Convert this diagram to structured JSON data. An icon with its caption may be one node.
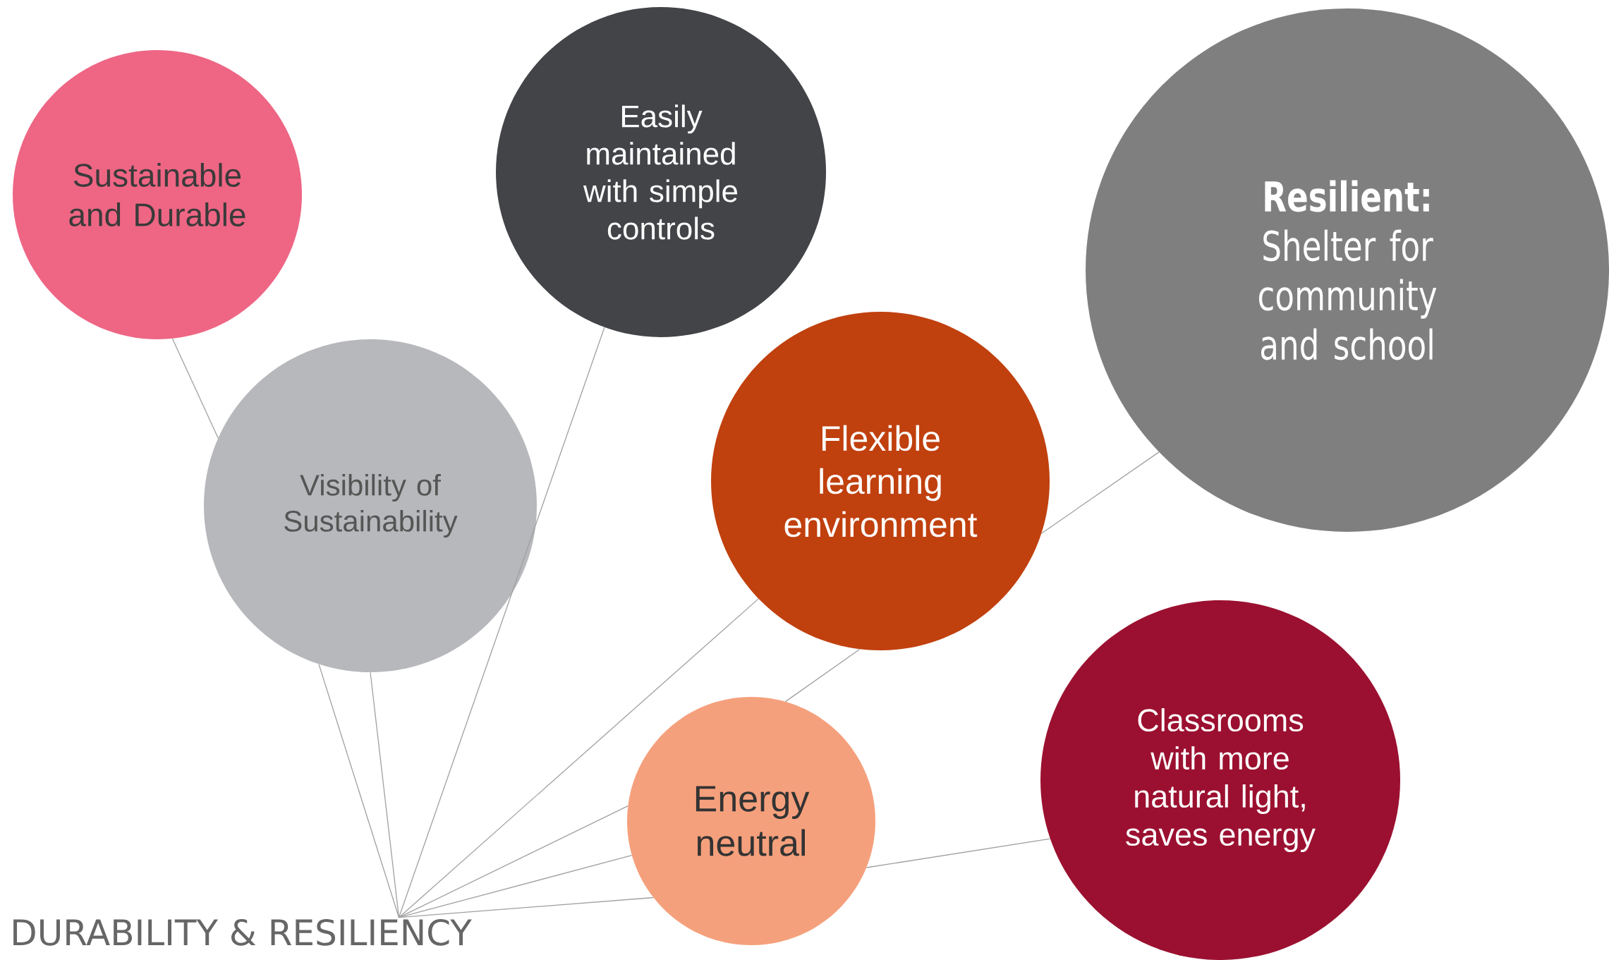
{
  "diagram": {
    "nodes": [
      {
        "text": [
          "Sustainable and Durable"
        ]
      },
      {
        "text": [
          "Easily maintained with simple controls"
        ]
      },
      {
        "text": [
          "Resilient:",
          "Shelter for community and school"
        ]
      },
      {
        "text": [
          "Visibility of Sustainability"
        ]
      },
      {
        "text": [
          "Flexible learning environment"
        ]
      },
      {
        "text": [
          "Energy neutral"
        ]
      },
      {
        "text": [
          "Classrooms with more natural light, saves energy"
        ]
      },
      {
        "text": [
          "DURABILITY & RESILIENCY"
        ]
      }
    ],
    "edges": [
      {
        "from": 0,
        "to": 3,
        "arrow": "none"
      },
      {
        "from": 7,
        "to": 3,
        "arrow": "none"
      },
      {
        "from": 7,
        "to": 3,
        "arrow": "none"
      },
      {
        "from": 7,
        "to": 1,
        "arrow": "none"
      },
      {
        "from": 7,
        "to": 4,
        "arrow": "none"
      },
      {
        "from": 7,
        "to": 5,
        "arrow": "none"
      },
      {
        "from": 7,
        "to": 5,
        "arrow": "none"
      },
      {
        "from": 7,
        "to": 5,
        "arrow": "none"
      },
      {
        "from": 5,
        "to": 4,
        "arrow": "none"
      },
      {
        "from": 4,
        "to": 2,
        "arrow": "none"
      },
      {
        "from": 5,
        "to": 6,
        "arrow": "none"
      }
    ]
  }
}
